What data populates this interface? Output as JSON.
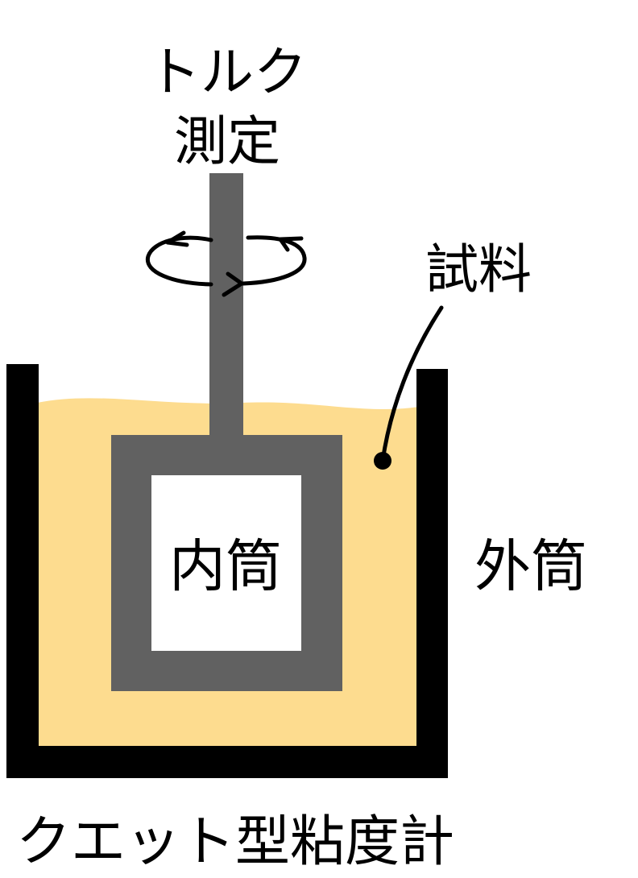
{
  "labels": {
    "torque_line1": "トルク",
    "torque_line2": "測定",
    "sample": "試料",
    "inner_cylinder": "内筒",
    "outer_cylinder": "外筒",
    "caption": "クエット型粘度計"
  },
  "colors": {
    "outer_cylinder": "#000000",
    "inner_cylinder": "#616161",
    "sample": "#FDDC8F",
    "background": "#FFFFFF",
    "arrow": "#000000"
  }
}
